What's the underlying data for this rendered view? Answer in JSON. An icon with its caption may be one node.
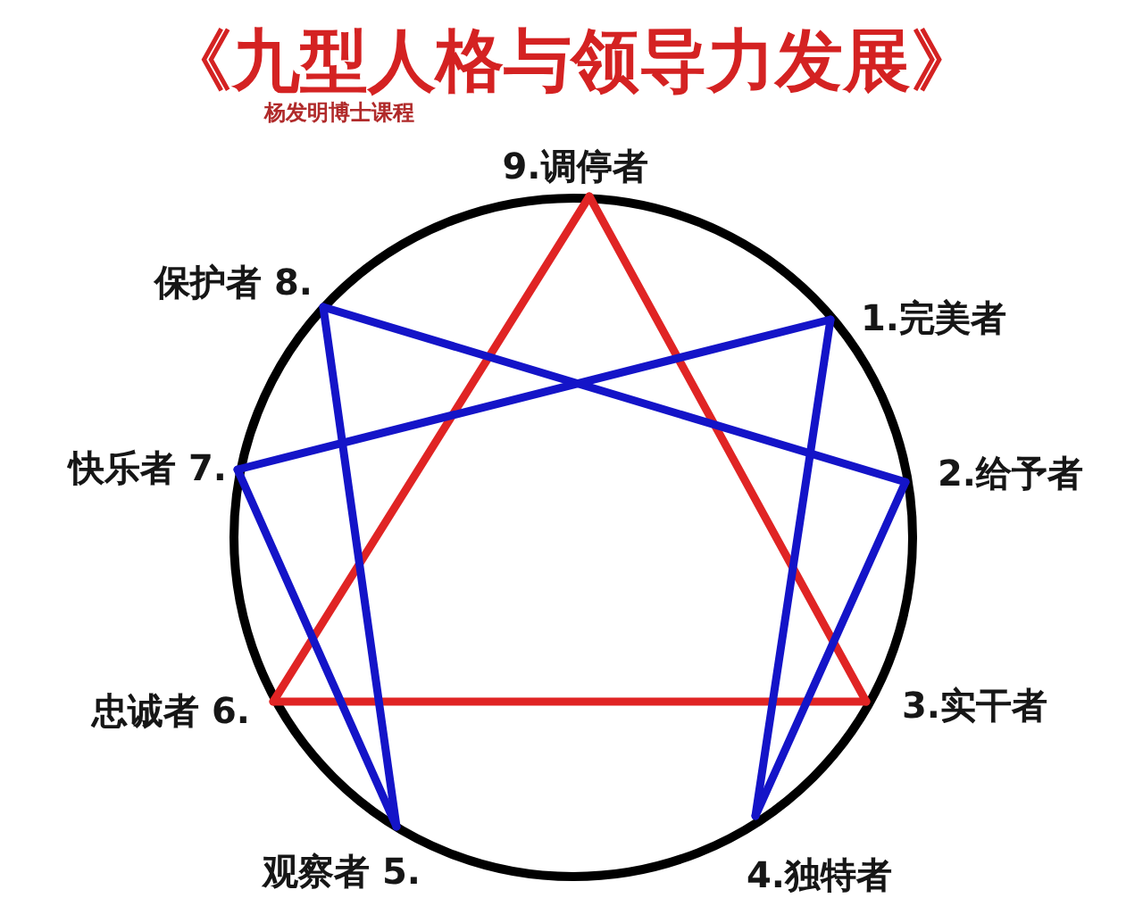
{
  "diagram": {
    "title": "《九型人格与领导力发展》",
    "nodes": [
      {
        "text": [
          "9.调停者"
        ]
      },
      {
        "text": [
          "保护者 8."
        ]
      },
      {
        "text": [
          "1.完美者"
        ]
      },
      {
        "text": [
          "快乐者 7."
        ]
      },
      {
        "text": [
          "2.给予者"
        ]
      },
      {
        "text": [
          "忠诚者 6."
        ]
      },
      {
        "text": [
          "3.实干者"
        ]
      },
      {
        "text": [
          "观察者 5."
        ]
      },
      {
        "text": [
          "4.独特者"
        ]
      }
    ],
    "edges": [
      {
        "from": 0,
        "to": 6,
        "arrow": "none",
        "color": "#e02424"
      },
      {
        "from": 6,
        "to": 5,
        "arrow": "none",
        "color": "#e02424"
      },
      {
        "from": 5,
        "to": 0,
        "arrow": "none",
        "color": "#e02424"
      },
      {
        "from": 2,
        "to": 8,
        "arrow": "none"
      },
      {
        "from": 8,
        "to": 4,
        "arrow": "none"
      },
      {
        "from": 4,
        "to": 1,
        "arrow": "none"
      },
      {
        "from": 1,
        "to": 7,
        "arrow": "none"
      },
      {
        "from": 7,
        "to": 3,
        "arrow": "none"
      },
      {
        "from": 3,
        "to": 2,
        "arrow": "none"
      }
    ],
    "labels": [
      "杨发明博士课程"
    ]
  }
}
